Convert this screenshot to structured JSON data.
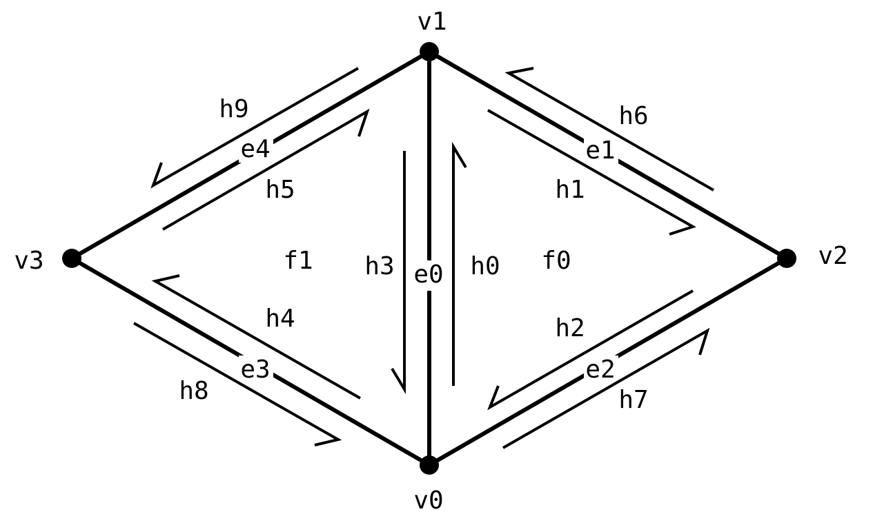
{
  "diagram": {
    "vertices": [
      "v0",
      "v1",
      "v2",
      "v3"
    ],
    "edges": [
      "e0",
      "e1",
      "e2",
      "e3",
      "e4"
    ],
    "faces": [
      "f0",
      "f1"
    ],
    "halfedges": [
      "h0",
      "h1",
      "h2",
      "h3",
      "h4",
      "h5",
      "h6",
      "h7",
      "h8",
      "h9"
    ]
  }
}
